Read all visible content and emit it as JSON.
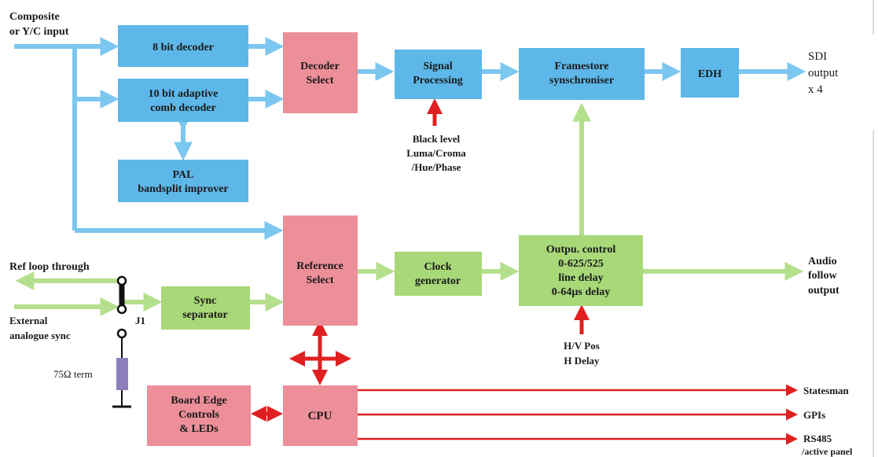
{
  "colors": {
    "blue_block": "#5db7e8",
    "blue_line": "#7cc7f0",
    "red_block": "#ec8f99",
    "green_block": "#a8d878",
    "green_line": "#b4df8c",
    "red_arrow": "#e02020",
    "purple": "#8c7fbb",
    "text": "#1a1a1a"
  },
  "inputs": {
    "composite_line1": "Composite",
    "composite_line2": "or Y/C input",
    "ref_loop": "Ref loop through",
    "external_line1": "External",
    "external_line2": "analogue sync",
    "j1": "J1",
    "term": "75Ω term"
  },
  "blocks": {
    "decoder8": {
      "line1": "8 bit decoder"
    },
    "comb": {
      "line1": "10 bit adaptive",
      "line2": "comb decoder"
    },
    "pal": {
      "line1": "PAL",
      "line2": "bandsplit improver"
    },
    "decoder_select": {
      "line1": "Decoder",
      "line2": "Select"
    },
    "signal": {
      "line1": "Signal",
      "line2": "Processing"
    },
    "framestore": {
      "line1": "Framestore",
      "line2": "synschroniser"
    },
    "edh": {
      "line1": "EDH"
    },
    "reference_select": {
      "line1": "Reference",
      "line2": "Select"
    },
    "sync_sep": {
      "line1": "Sync",
      "line2": "separator"
    },
    "clock": {
      "line1": "Clock",
      "line2": "generator"
    },
    "output_control": {
      "line1": "Outpu. control",
      "line2": "0-625/525",
      "line3": "line delay",
      "line4": "0-64µs delay"
    },
    "board_edge": {
      "line1": "Board Edge",
      "line2": "Controls",
      "line3": "& LEDs"
    },
    "cpu": {
      "line1": "CPU"
    }
  },
  "controls": {
    "black_level_line1": "Black level",
    "black_level_line2": "Luma/Croma",
    "black_level_line3": "/Hue/Phase",
    "hv_line1": "H/V Pos",
    "hv_line2": "H Delay"
  },
  "outputs": {
    "sdi_line1": "SDI",
    "sdi_line2": "output",
    "sdi_line3": "x 4",
    "audio_line1": "Audio",
    "audio_line2": "follow",
    "audio_line3": "output",
    "statesman": "Statesman",
    "gpis": "GPIs",
    "rs485_line1": "RS485",
    "rs485_line2": "/active panel"
  }
}
